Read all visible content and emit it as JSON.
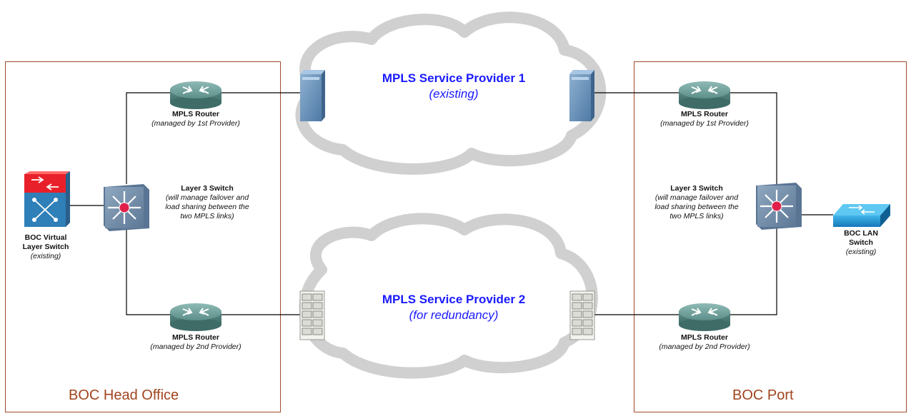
{
  "colors": {
    "site_border": "#a04a2a",
    "site_label": "#a0441e",
    "cloud": "#d0d0d0",
    "provider_text": "#1a1aff",
    "link": "#000000"
  },
  "clouds": {
    "provider1": {
      "title": "MPLS Service Provider 1",
      "subtitle": "(existing)"
    },
    "provider2": {
      "title": "MPLS Service Provider 2",
      "subtitle": "(for redundancy)"
    }
  },
  "sites": {
    "head_office": {
      "name": "BOC Head Office",
      "virtual_switch": {
        "title_line1": "BOC Virtual",
        "title_line2": "Layer Switch",
        "note": "(existing)"
      },
      "l3_switch": {
        "title": "Layer 3 Switch",
        "note_line1": "(will manage failover and",
        "note_line2": "load sharing between the",
        "note_line3": "two MPLS links)"
      },
      "router_top": {
        "title": "MPLS Router",
        "note": "(managed by 1st Provider)"
      },
      "router_bottom": {
        "title": "MPLS Router",
        "note": "(managed by 2nd Provider)"
      }
    },
    "port": {
      "name": "BOC Port",
      "lan_switch": {
        "title_line1": "BOC LAN",
        "title_line2": "Switch",
        "note": "(existing)"
      },
      "l3_switch": {
        "title": "Layer 3 Switch",
        "note_line1": "(will manage failover and",
        "note_line2": "load sharing between the",
        "note_line3": "two MPLS links)"
      },
      "router_top": {
        "title": "MPLS Router",
        "note": "(managed by 1st Provider)"
      },
      "router_bottom": {
        "title": "MPLS Router",
        "note": "(managed by 2nd Provider)"
      }
    }
  },
  "icons": {
    "router": "router-icon",
    "l3_switch": "layer3-switch-icon",
    "virtual_switch": "virtual-layer-switch-icon",
    "lan_switch": "lan-switch-icon",
    "pe_blue": "provider-edge-device-icon",
    "pe_rack": "provider-edge-chassis-icon",
    "cloud": "cloud-icon"
  }
}
